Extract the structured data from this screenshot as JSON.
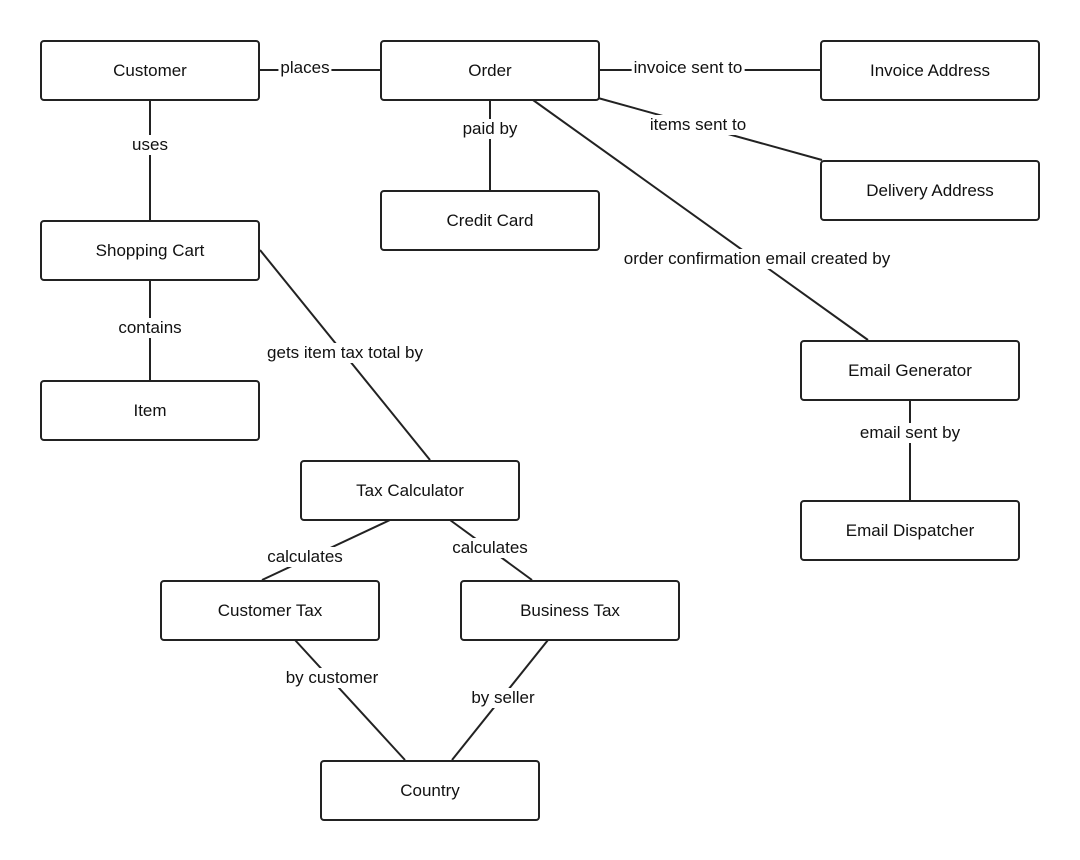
{
  "entities": {
    "customer": "Customer",
    "order": "Order",
    "invoice_address": "Invoice Address",
    "credit_card": "Credit Card",
    "delivery_address": "Delivery Address",
    "shopping_cart": "Shopping Cart",
    "item": "Item",
    "email_generator": "Email Generator",
    "email_dispatcher": "Email Dispatcher",
    "tax_calculator": "Tax Calculator",
    "customer_tax": "Customer Tax",
    "business_tax": "Business Tax",
    "country": "Country"
  },
  "relations": {
    "places": "places",
    "invoice_sent_to": "invoice sent to",
    "uses": "uses",
    "paid_by": "paid by",
    "items_sent_to": "items sent to",
    "order_confirmation": "order confirmation email created by",
    "contains": "contains",
    "gets_item_tax_total_by": "gets item tax total by",
    "email_sent_by": "email sent by",
    "calculates_customer": "calculates",
    "calculates_business": "calculates",
    "by_customer": "by customer",
    "by_seller": "by seller"
  }
}
